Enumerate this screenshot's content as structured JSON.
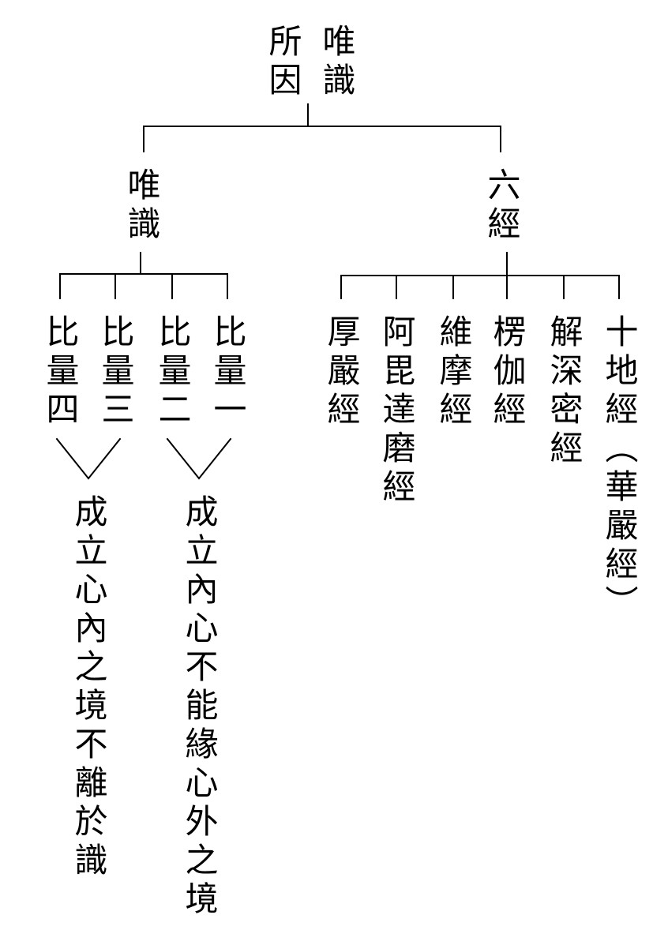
{
  "root": {
    "title_col1": "唯識",
    "title_col2": "所因"
  },
  "left_branch": {
    "title": "唯識",
    "items": [
      "比量一",
      "比量二",
      "比量三",
      "比量四"
    ],
    "conclusions": [
      "成立內心不能緣心外之境",
      "成立心內之境不離於識"
    ]
  },
  "right_branch": {
    "title": "六經",
    "items": [
      "十地經（華嚴經）",
      "解深密經",
      "楞伽經",
      "維摩經",
      "阿毘達磨經",
      "厚嚴經"
    ]
  }
}
